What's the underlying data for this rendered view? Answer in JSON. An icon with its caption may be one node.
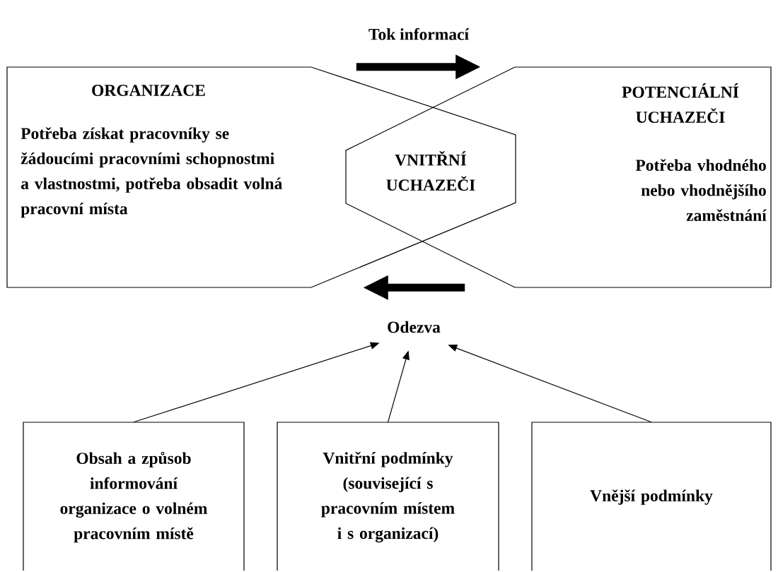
{
  "diagram": {
    "nodes": [
      {
        "text": [
          "ORGANIZACE",
          "Potřeba získat pracovníky se žádoucími pracovními schopnostmi a vlastnostmi, potřeba obsadit volná pracovní místa"
        ]
      },
      {
        "text": [
          "POTENCIÁLNÍ UCHAZEČI",
          "Potřeba vhodného nebo vhodnějšího zaměstnání"
        ]
      },
      {
        "text": [
          "VNITŘNÍ UCHAZEČI"
        ]
      },
      {
        "text": [
          "Odezva"
        ]
      },
      {
        "text": [
          "Obsah a způsob informování organizace o volném pracovním místě"
        ]
      },
      {
        "text": [
          "Vnitřní podmínky (související s pracovním místem i s organizací)"
        ]
      },
      {
        "text": [
          "Vnější podmínky"
        ]
      }
    ],
    "edges": [
      {
        "from": 0,
        "to": 1,
        "arrow": "to",
        "style": "thick",
        "label": "Tok informací"
      },
      {
        "from": 1,
        "to": 0,
        "arrow": "to",
        "style": "thick"
      },
      {
        "from": 4,
        "to": 3,
        "arrow": "to"
      },
      {
        "from": 5,
        "to": 3,
        "arrow": "to"
      },
      {
        "from": 6,
        "to": 3,
        "arrow": "to"
      }
    ]
  }
}
